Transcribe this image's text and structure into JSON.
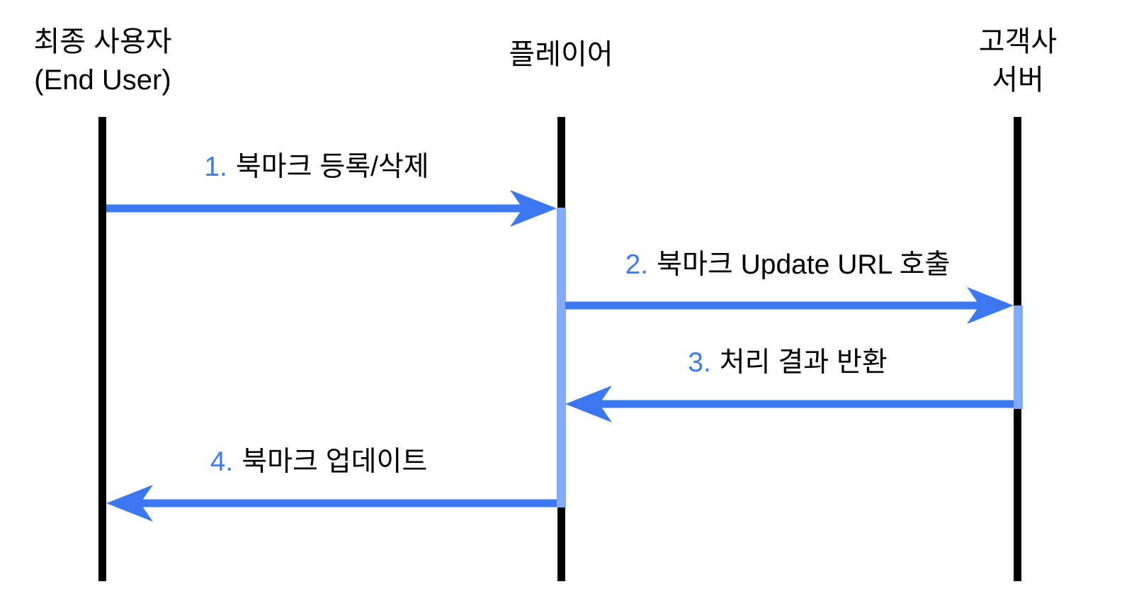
{
  "diagram": {
    "type": "sequence-diagram",
    "language": "Korean",
    "background": "#ffffff"
  },
  "colors": {
    "lifeline": "#000000",
    "arrow": "#3b77f0",
    "activation": "#82abf8",
    "message_number": "#3d7bf2",
    "message_text": "#000000",
    "actor_text": "#000000"
  },
  "actors": [
    {
      "id": "end-user",
      "lines": [
        "최종 사용자",
        "(End User)"
      ]
    },
    {
      "id": "player",
      "lines": [
        "플레이어"
      ]
    },
    {
      "id": "customer-server",
      "lines": [
        "고객사",
        "서버"
      ]
    }
  ],
  "messages": [
    {
      "num": "1.",
      "text": "북마크 등록/삭제",
      "from": "end-user",
      "to": "player",
      "direction": "right"
    },
    {
      "num": "2.",
      "text": "북마크 Update URL 호출",
      "from": "player",
      "to": "customer-server",
      "direction": "right"
    },
    {
      "num": "3.",
      "text": "처리 결과 반환",
      "from": "customer-server",
      "to": "player",
      "direction": "left"
    },
    {
      "num": "4.",
      "text": "북마크 업데이트",
      "from": "player",
      "to": "end-user",
      "direction": "left"
    }
  ]
}
